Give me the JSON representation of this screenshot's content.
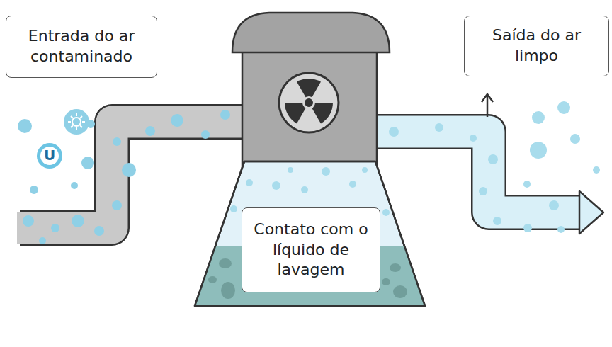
{
  "diagram": {
    "nodes": [
      {
        "text": [
          "Entrada do ar contaminado"
        ]
      },
      {
        "text": [
          "Saída do ar limpo"
        ]
      },
      {
        "text": [
          "Contato com o líquido de lavagem"
        ]
      }
    ],
    "labels": [
      "U"
    ]
  }
}
